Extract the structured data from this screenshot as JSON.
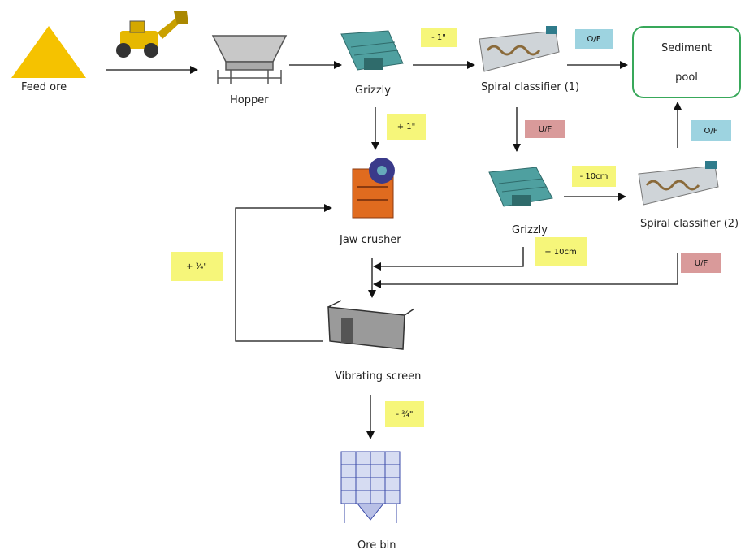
{
  "nodes": {
    "feed_ore": "Feed ore",
    "hopper": "Hopper",
    "grizzly_1": "Grizzly",
    "spiral_1": "Spiral classifier (1)",
    "sediment_line1": "Sediment",
    "sediment_line2": "pool",
    "jaw_crusher": "Jaw crusher",
    "grizzly_2": "Grizzly",
    "spiral_2": "Spiral classifier (2)",
    "vibrating_screen": "Vibrating screen",
    "ore_bin": "Ore bin"
  },
  "tags": {
    "minus_1in": "- 1\"",
    "plus_1in": "+ 1\"",
    "of_1": "O/F",
    "uf_1": "U/F",
    "of_2": "O/F",
    "minus_10cm": "- 10cm",
    "plus_10cm": "+ 10cm",
    "uf_2": "U/F",
    "plus_3_4": "+ ¾\"",
    "minus_3_4": "- ¾\""
  },
  "colors": {
    "yellow_tag": "#f6f67a",
    "blue_tag": "#9dd3e0",
    "pink_tag": "#d99a9a",
    "pool_border": "#38a85a",
    "feed_ore_pile": "#f5c200"
  }
}
